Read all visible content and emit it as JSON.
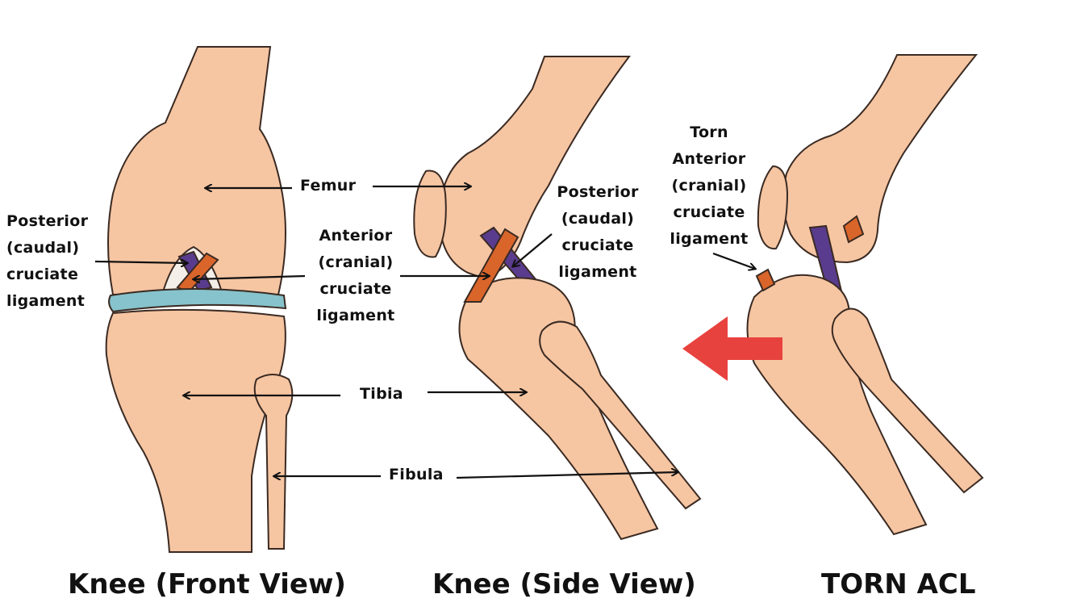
{
  "colors": {
    "bone": "#f6c5a2",
    "outline": "#3a2a22",
    "meniscus": "#86c3cc",
    "anterior_ligament": "#d9652b",
    "posterior_ligament": "#5a3c8e",
    "arrow": "#e8423f",
    "text": "#111111"
  },
  "labels": {
    "femur": "Femur",
    "tibia": "Tibia",
    "fibula": "Fibula",
    "posterior_left": [
      "Posterior",
      "(caudal)",
      "cruciate",
      "ligament"
    ],
    "anterior_center": [
      "Anterior",
      "(cranial)",
      "cruciate",
      "ligament"
    ],
    "posterior_right": [
      "Posterior",
      "(caudal)",
      "cruciate",
      "ligament"
    ],
    "torn": [
      "Torn",
      "Anterior",
      "(cranial)",
      "cruciate",
      "ligament"
    ]
  },
  "captions": {
    "front": "Knee (Front View)",
    "side": "Knee (Side View)",
    "torn": "TORN ACL"
  }
}
